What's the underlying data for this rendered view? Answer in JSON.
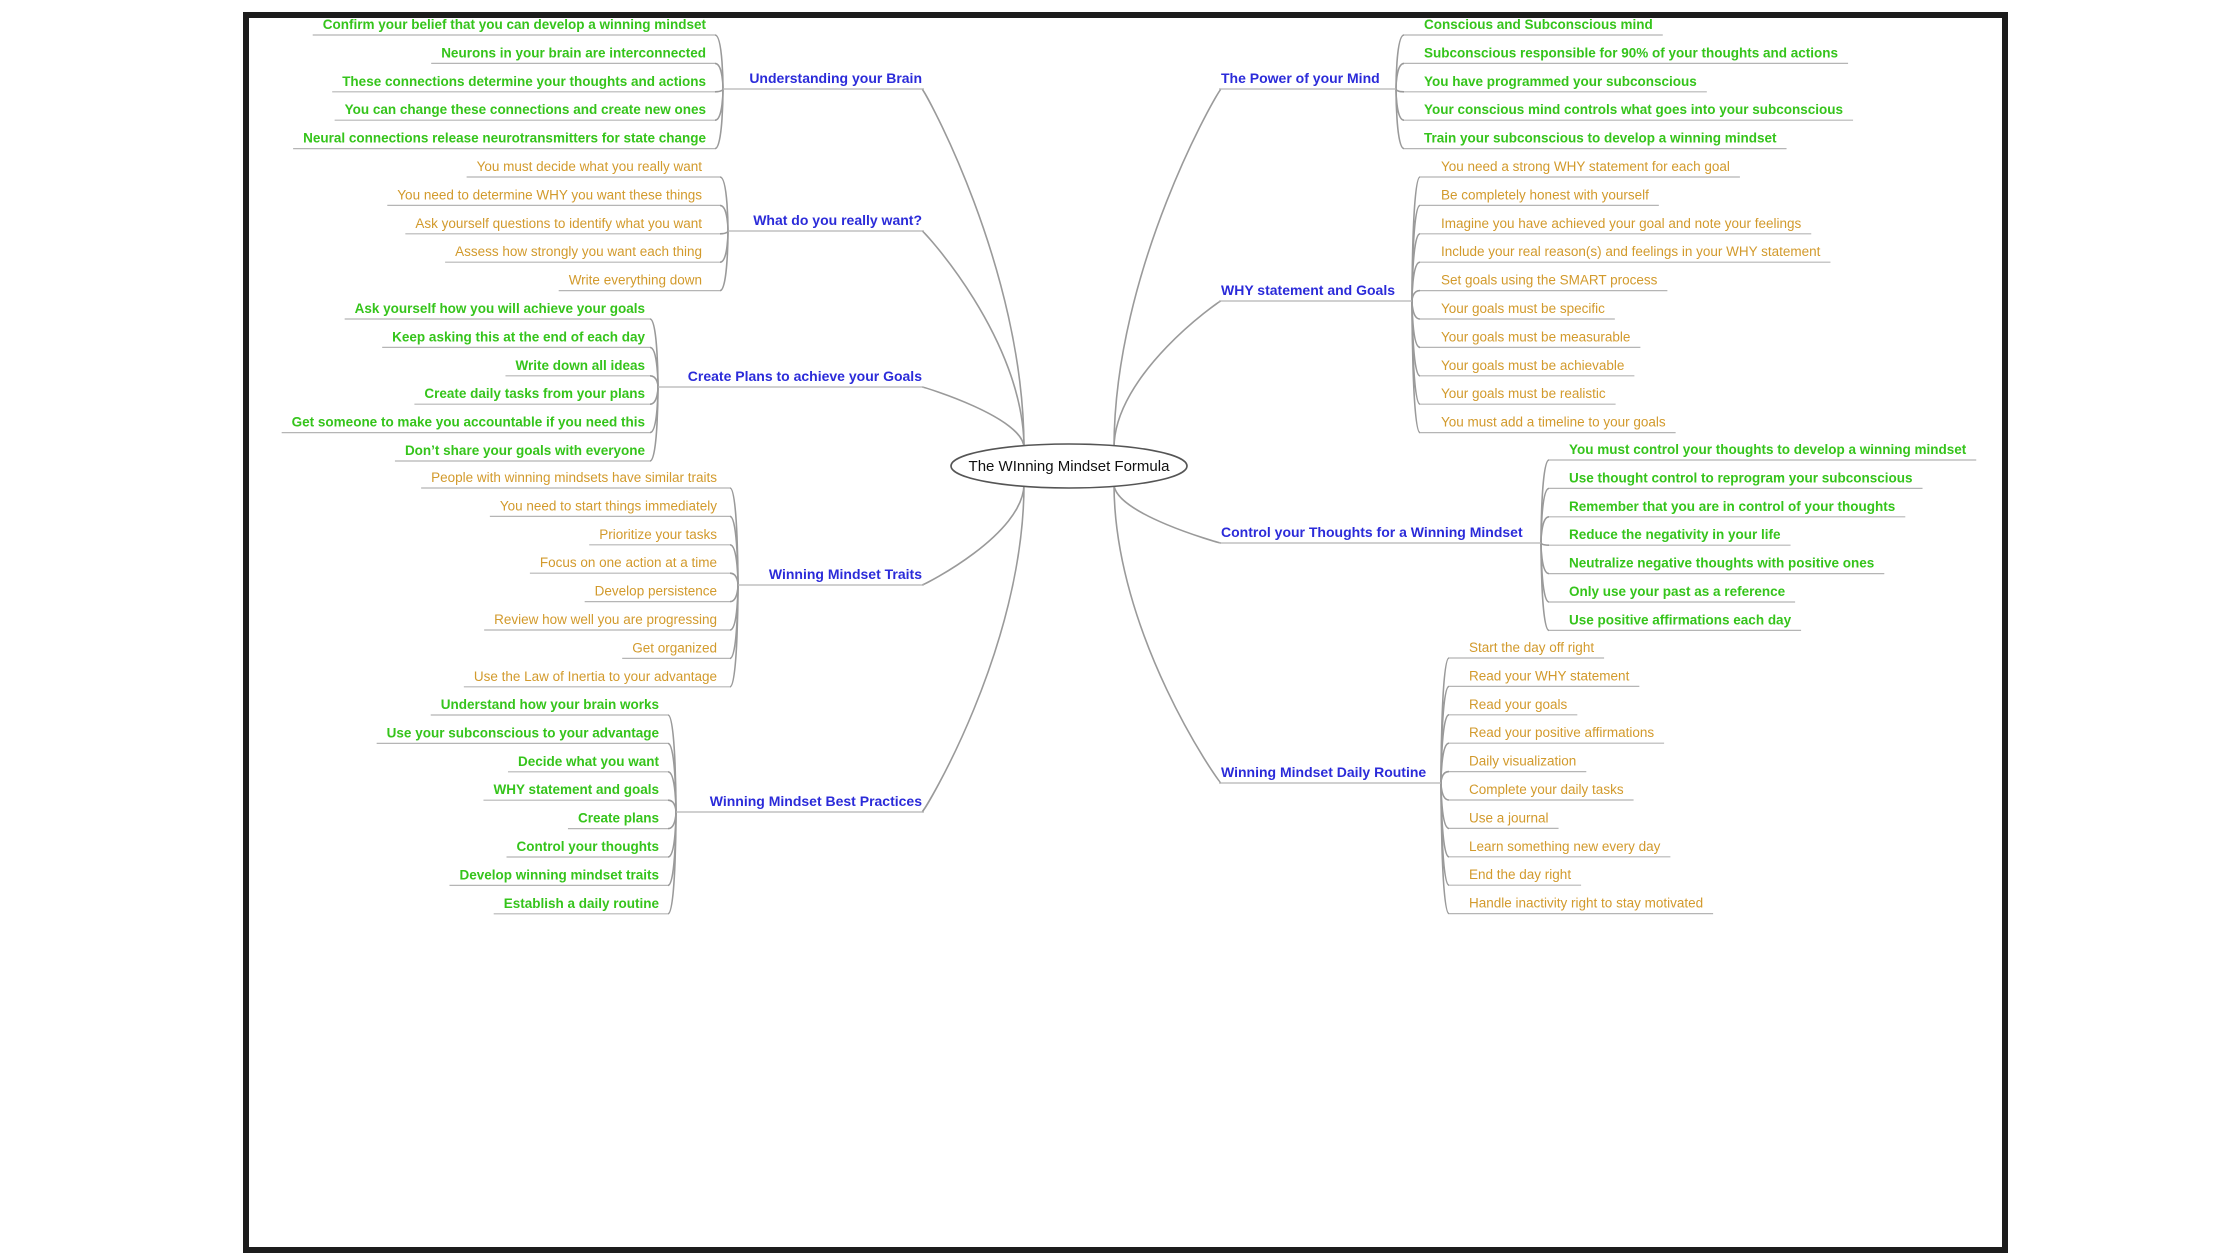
{
  "root": {
    "label": "The WInning Mindset Formula"
  },
  "branches": [
    {
      "label": "Understanding your Brain",
      "side": "left",
      "style": "green",
      "children": [
        "Confirm your belief that you can develop a winning mindset",
        "Neurons in your brain are interconnected",
        "These connections determine your thoughts and actions",
        "You can change these connections and create new ones",
        "Neural connections release neurotransmitters for state change"
      ]
    },
    {
      "label": "What do you really want?",
      "side": "left",
      "style": "orange",
      "children": [
        "You must decide what you really want",
        "You need to determine WHY you want these things",
        "Ask yourself questions to identify what you want",
        "Assess how strongly you want each thing",
        "Write everything down"
      ]
    },
    {
      "label": "Create Plans to achieve your Goals",
      "side": "left",
      "style": "green",
      "children": [
        "Ask yourself how you will achieve your goals",
        "Keep asking this at the end of each day",
        "Write down all ideas",
        "Create daily tasks from your plans",
        "Get someone to make you accountable if you need this",
        "Don’t share your goals with everyone"
      ]
    },
    {
      "label": "Winning Mindset Traits",
      "side": "left",
      "style": "orange",
      "children": [
        "People with winning mindsets have similar traits",
        "You need to start things immediately",
        "Prioritize your tasks",
        "Focus on one action at a time",
        "Develop persistence",
        "Review how well you are progressing",
        "Get organized",
        "Use the Law of Inertia to your advantage"
      ]
    },
    {
      "label": "Winning Mindset Best Practices",
      "side": "left",
      "style": "green",
      "children": [
        "Understand how your brain works",
        "Use your subconscious to your advantage",
        "Decide what you want",
        "WHY statement and goals",
        "Create plans",
        "Control your thoughts",
        "Develop winning mindset traits",
        "Establish a daily routine"
      ]
    },
    {
      "label": "The Power of your Mind",
      "side": "right",
      "style": "green",
      "children": [
        "Conscious and Subconscious mind",
        "Subconscious responsible for 90% of your thoughts and actions",
        "You have programmed your subconscious",
        "Your conscious mind controls what goes into your subconscious",
        "Train your subconscious to develop a winning mindset"
      ]
    },
    {
      "label": "WHY statement and Goals",
      "side": "right",
      "style": "orange",
      "children": [
        "You need a strong WHY statement for each goal",
        "Be completely honest with yourself",
        "Imagine you have achieved your goal and note your feelings",
        "Include your real reason(s) and feelings in your WHY statement",
        "Set goals using the SMART process",
        "Your goals must be specific",
        "Your goals must be measurable",
        "Your goals must be achievable",
        "Your goals must be realistic",
        "You must add a timeline to your goals"
      ]
    },
    {
      "label": "Control your Thoughts for a Winning Mindset",
      "side": "right",
      "style": "green",
      "children": [
        "You must control your thoughts to develop a winning mindset",
        "Use thought control to reprogram your subconscious",
        "Remember that you are in control of your thoughts",
        "Reduce the negativity in your life",
        "Neutralize negative thoughts with positive ones",
        "Only use your past as a reference",
        "Use positive affirmations each day"
      ]
    },
    {
      "label": "Winning Mindset Daily Routine",
      "side": "right",
      "style": "orange",
      "children": [
        "Start the day off right",
        "Read your WHY statement",
        "Read your goals",
        "Read your positive affirmations",
        "Daily visualization",
        "Complete your daily tasks",
        "Use a journal",
        "Learn something new every day",
        "End the day right",
        "Handle inactivity right to stay motivated"
      ]
    }
  ]
}
